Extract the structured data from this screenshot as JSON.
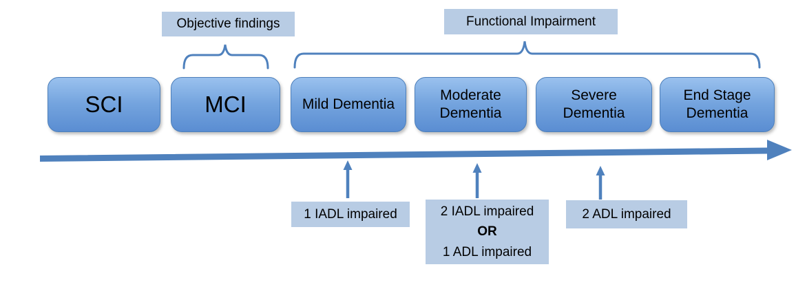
{
  "palette": {
    "accent": "#4f81bd",
    "box_top": "#9ac1ee",
    "box_bottom": "#5a8dd2",
    "box_border": "#4d7fba",
    "label_bg": "#b8cce4",
    "text": "#000000"
  },
  "annotations": {
    "objective_findings": "Objective findings",
    "functional_impairment": "Functional Impairment"
  },
  "stages": [
    {
      "label": "SCI"
    },
    {
      "label": "MCI"
    },
    {
      "label": "Mild Dementia"
    },
    {
      "label": "Moderate Dementia"
    },
    {
      "label": "Severe Dementia"
    },
    {
      "label": "End Stage Dementia"
    }
  ],
  "impairments": {
    "mild": {
      "line1": "1 IADL impaired"
    },
    "moderate": {
      "line1": "2 IADL impaired",
      "line2": "OR",
      "line3": "1 ADL impaired"
    },
    "severe": {
      "line1": "2 ADL impaired"
    }
  }
}
